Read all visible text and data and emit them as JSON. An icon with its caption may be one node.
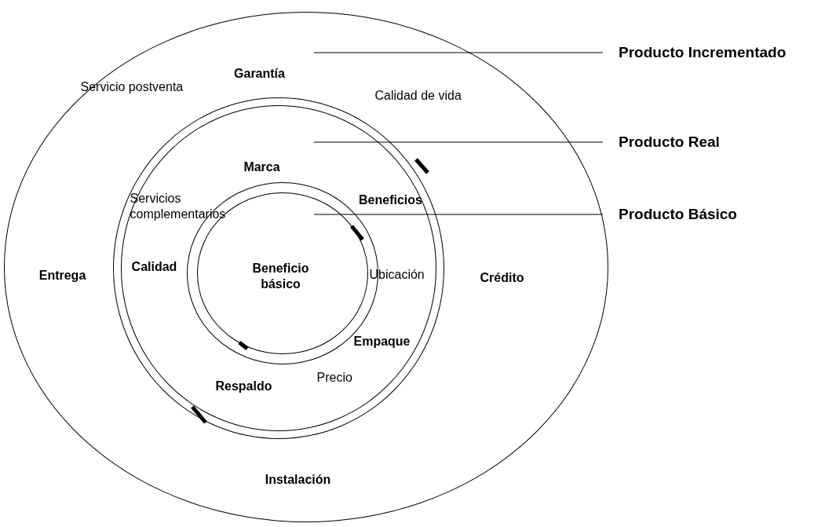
{
  "diagram": {
    "nodes": [
      {
        "text": [
          "Servicio postventa",
          "Garantía",
          "Calidad de vida",
          "Entrega",
          "Crédito",
          "Instalación"
        ]
      },
      {
        "text": [
          "Marca",
          "Servicios complementarios",
          "Beneficios",
          "Calidad",
          "Ubicación",
          "Empaque",
          "Precio",
          "Respaldo"
        ],
        "in": 0
      },
      {
        "text": [
          "Beneficio básico"
        ],
        "in": 1
      },
      {
        "text": [
          "Producto Incrementado"
        ]
      },
      {
        "text": [
          "Producto Real"
        ]
      },
      {
        "text": [
          "Producto Básico"
        ]
      }
    ],
    "edges": [
      {
        "from": 3,
        "to": 0,
        "arrow": "none"
      },
      {
        "from": 4,
        "to": 1,
        "arrow": "none"
      },
      {
        "from": 5,
        "to": 2,
        "arrow": "none"
      }
    ]
  }
}
